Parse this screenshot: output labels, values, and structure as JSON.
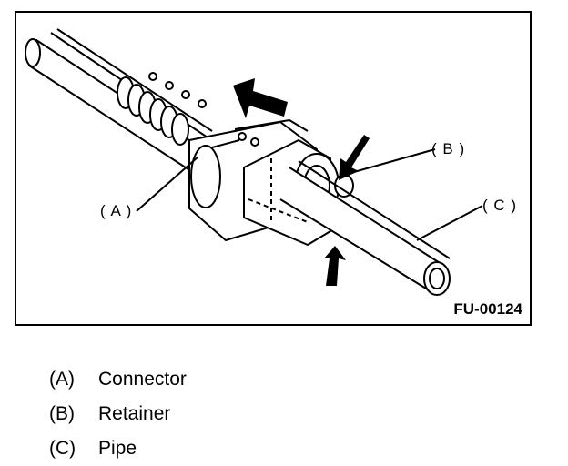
{
  "figure": {
    "code": "FU-00124",
    "callouts": {
      "a": "( A )",
      "b": "( B )",
      "c": "( C )"
    }
  },
  "legend": [
    {
      "letter": "(A)",
      "name": "Connector"
    },
    {
      "letter": "(B)",
      "name": "Retainer"
    },
    {
      "letter": "(C)",
      "name": "Pipe"
    }
  ],
  "colors": {
    "line": "#000000",
    "background": "#ffffff"
  }
}
